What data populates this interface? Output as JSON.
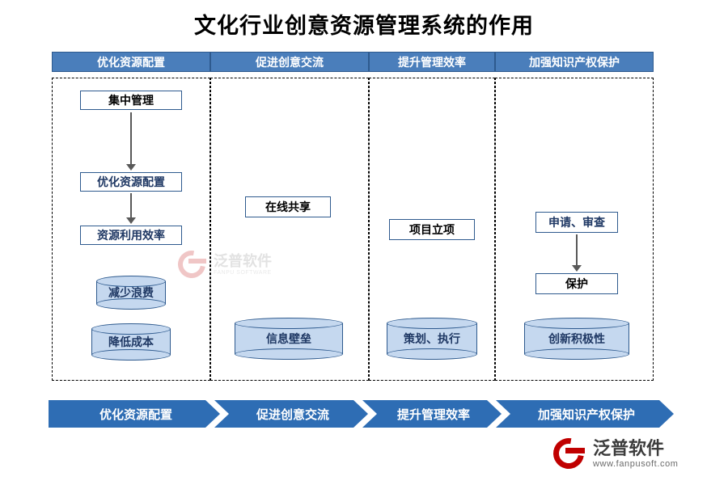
{
  "title": "文化行业创意资源管理系统的作用",
  "columns": [
    {
      "header": "优化资源配置",
      "nodes": [
        {
          "kind": "rect",
          "label": "集中管理"
        },
        {
          "kind": "rect",
          "label": "优化资源配置"
        },
        {
          "kind": "rect",
          "label": "资源利用效率"
        },
        {
          "kind": "cylinder",
          "label": "减少浪费"
        },
        {
          "kind": "cylinder",
          "label": "降低成本"
        }
      ]
    },
    {
      "header": "促进创意交流",
      "nodes": [
        {
          "kind": "rect",
          "label": "在线共享"
        },
        {
          "kind": "cylinder",
          "label": "信息壁垒"
        }
      ]
    },
    {
      "header": "提升管理效率",
      "nodes": [
        {
          "kind": "rect",
          "label": "项目立项"
        },
        {
          "kind": "cylinder",
          "label": "策划、执行"
        }
      ]
    },
    {
      "header": "加强知识产权保护",
      "nodes": [
        {
          "kind": "rect",
          "label": "申请、审查"
        },
        {
          "kind": "rect",
          "label": "保护"
        },
        {
          "kind": "cylinder",
          "label": "创新积极性"
        }
      ]
    }
  ],
  "banner": [
    "优化资源配置",
    "促进创意交流",
    "提升管理效率",
    "加强知识产权保护"
  ],
  "watermark": {
    "cn": "泛普软件",
    "en": "FANPU SOFTWARE"
  },
  "logo": {
    "cn": "泛普软件",
    "en": "www.fanpusoft.com"
  },
  "colors": {
    "header_fill": "#4a7ebb",
    "node_border": "#2e5a8e",
    "cylinder_fill": "#c5d8ef",
    "banner_fill": "#2e6db4",
    "text_blue": "#1f3864",
    "logo_red": "#c00000"
  }
}
